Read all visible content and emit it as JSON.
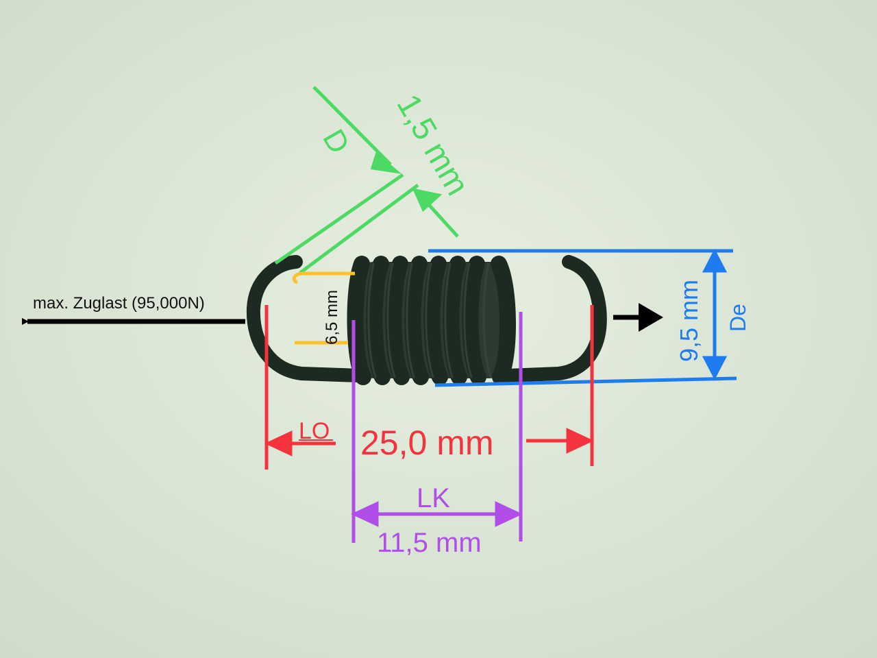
{
  "load": {
    "label": "max. Zuglast (95,000N)"
  },
  "wire": {
    "symbol": "D",
    "value": "1,5 mm"
  },
  "hook_inner": {
    "value": "6,5 mm"
  },
  "outer_diameter": {
    "symbol": "De",
    "value": "9,5 mm"
  },
  "overall_length": {
    "symbol": "LO",
    "value": "25,0 mm"
  },
  "body_length": {
    "symbol": "LK",
    "value": "11,5 mm"
  },
  "colors": {
    "green": "#4cd964",
    "yellow": "#ffc02e",
    "blue": "#1e7cf0",
    "red": "#f5333f",
    "purple": "#b14ee8",
    "spring": "#1d2a22",
    "background": "#dde7d6"
  }
}
